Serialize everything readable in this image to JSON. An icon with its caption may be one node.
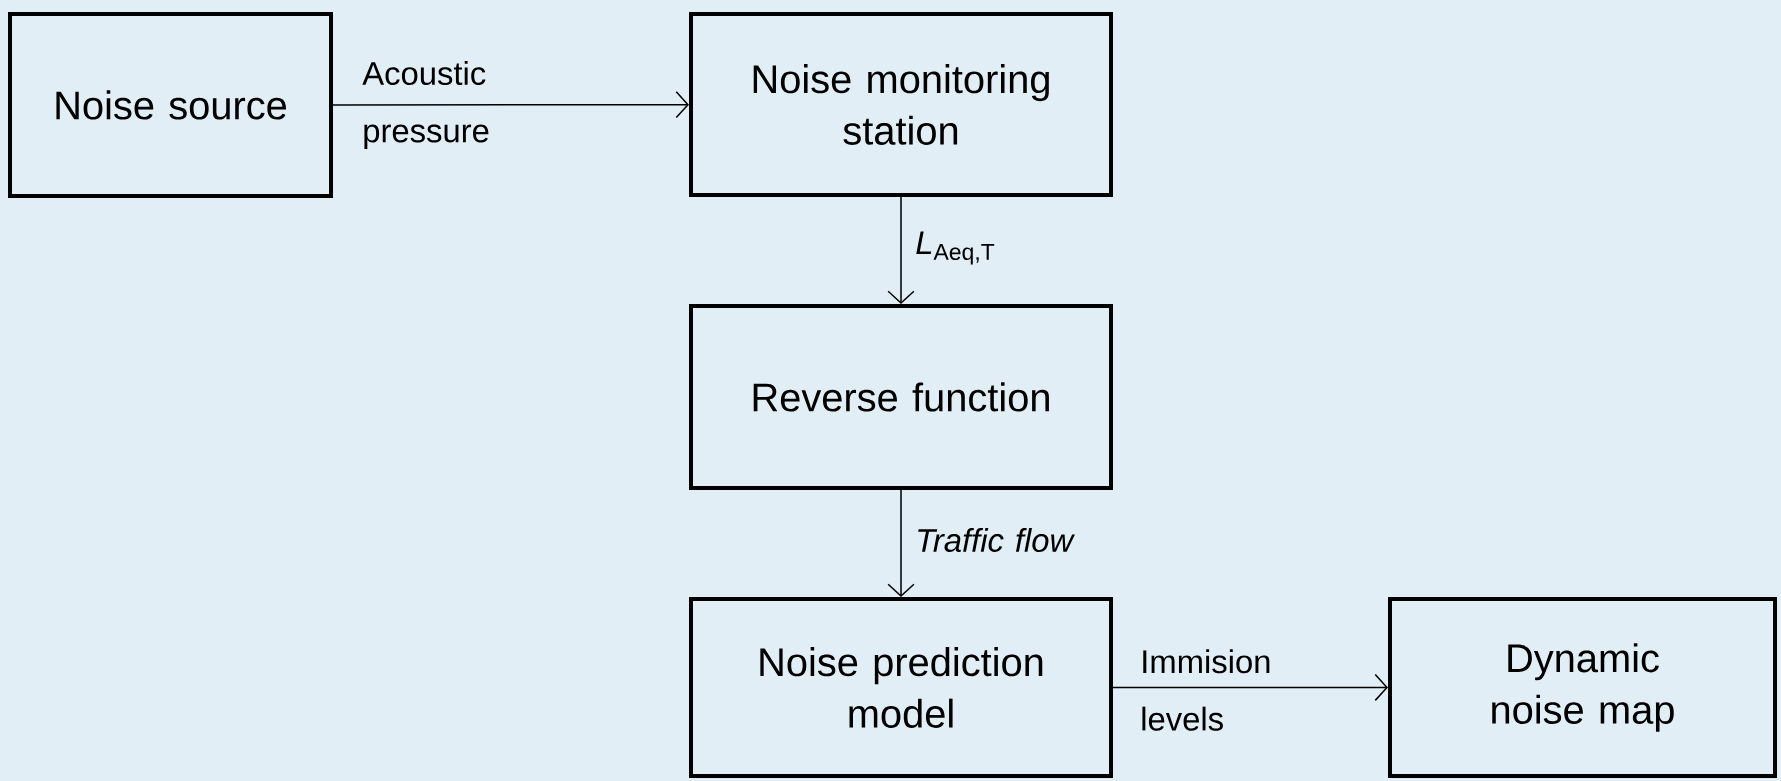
{
  "diagram": {
    "nodes": [
      {
        "text": [
          "Noise source"
        ]
      },
      {
        "text": [
          "Noise monitoring station"
        ]
      },
      {
        "text": [
          "Reverse function"
        ]
      },
      {
        "text": [
          "Noise prediction model"
        ]
      },
      {
        "text": [
          "Dynamic noise map"
        ]
      }
    ],
    "edges": [
      {
        "from": 0,
        "to": 1,
        "arrow": "to",
        "label": "Acoustic pressure"
      },
      {
        "from": 1,
        "to": 2,
        "arrow": "to",
        "label": "*L*$_{Aeq,T}$"
      },
      {
        "from": 2,
        "to": 3,
        "arrow": "to",
        "label": "Traffic flow"
      },
      {
        "from": 3,
        "to": 4,
        "arrow": "to",
        "label": "Immision levels"
      }
    ]
  }
}
